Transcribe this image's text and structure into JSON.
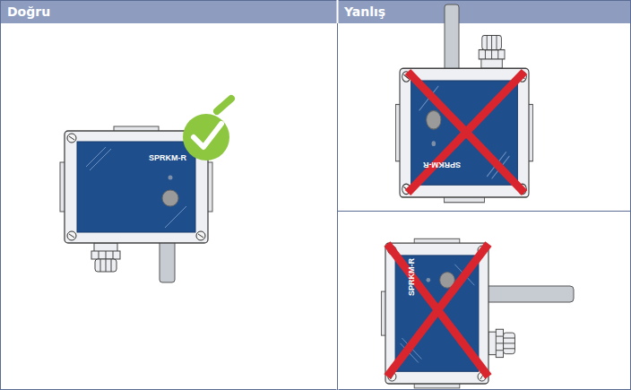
{
  "diagram": {
    "labels": [
      "Doğru",
      "Yanlış",
      "SPRKM-R",
      "SPRKM-R",
      "SPRKM-R"
    ]
  }
}
